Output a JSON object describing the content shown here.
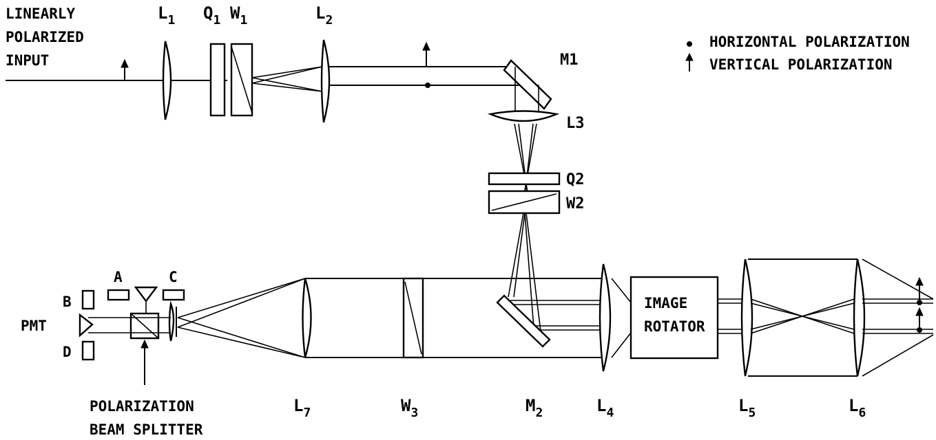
{
  "title_input": [
    "LINEARLY",
    "POLARIZED",
    "INPUT"
  ],
  "legend": {
    "horizontal": "HORIZONTAL POLARIZATION",
    "vertical": "VERTICAL POLARIZATION"
  },
  "components": {
    "L1": {
      "base": "L",
      "sub": "1"
    },
    "Q1": {
      "base": "Q",
      "sub": "1"
    },
    "W1": {
      "base": "W",
      "sub": "1"
    },
    "L2": {
      "base": "L",
      "sub": "2"
    },
    "M1": "M1",
    "L3": "L3",
    "Q2": "Q2",
    "W2": "W2",
    "L4": {
      "base": "L",
      "sub": "4"
    },
    "L5": {
      "base": "L",
      "sub": "5"
    },
    "L6": {
      "base": "L",
      "sub": "6"
    },
    "L7": {
      "base": "L",
      "sub": "7"
    },
    "W3": {
      "base": "W",
      "sub": "3"
    },
    "M2": {
      "base": "M",
      "sub": "2"
    },
    "image_rotator": [
      "IMAGE",
      "ROTATOR"
    ],
    "pmt": "PMT",
    "A": "A",
    "B": "B",
    "C": "C",
    "D": "D",
    "pbs": [
      "POLARIZATION",
      "BEAM SPLITTER"
    ]
  }
}
